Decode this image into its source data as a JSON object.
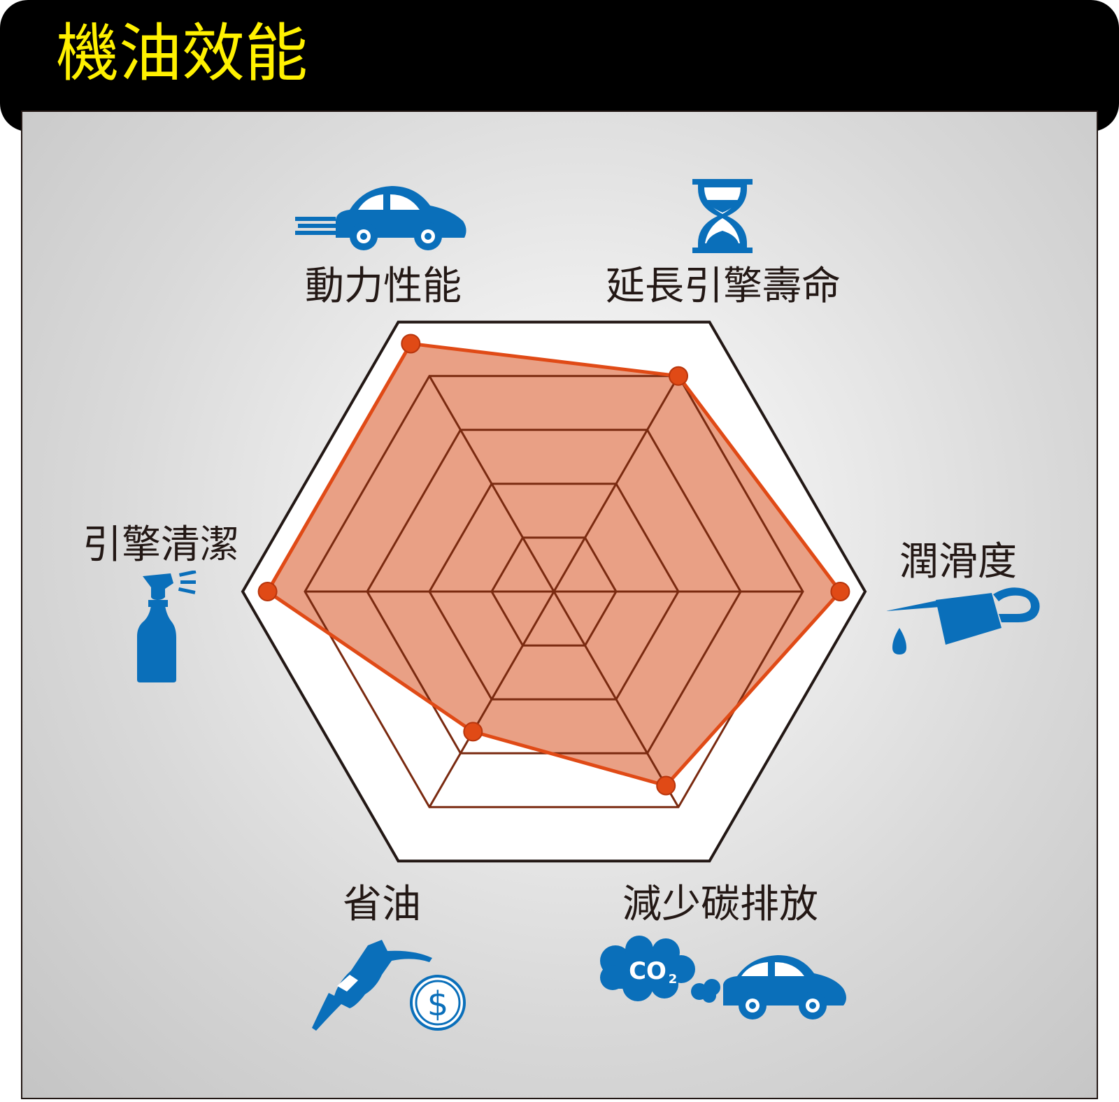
{
  "title": "機油效能",
  "colors": {
    "title_text": "#fff100",
    "header_bg": "#000000",
    "grid_line": "#231815",
    "inner_grid_line": "#7a2a10",
    "series_line": "#e04a16",
    "series_fill": "#e9a085",
    "icon_blue": "#0a6fba"
  },
  "icons": [
    "car-speed-icon",
    "hourglass-icon",
    "oil-can-icon",
    "co2-car-icon",
    "fuel-nozzle-dollar-icon",
    "spray-bottle-icon"
  ],
  "chart_data": {
    "type": "radar",
    "title": "機油效能",
    "axes": [
      "動力性能",
      "延長引擎壽命",
      "潤滑度",
      "減少碳排放",
      "省油",
      "引擎清潔"
    ],
    "levels": 5,
    "range": [
      0,
      5
    ],
    "grid": true,
    "series": [
      {
        "values": [
          4.6,
          4.0,
          4.6,
          3.6,
          2.6,
          4.6
        ]
      }
    ]
  }
}
